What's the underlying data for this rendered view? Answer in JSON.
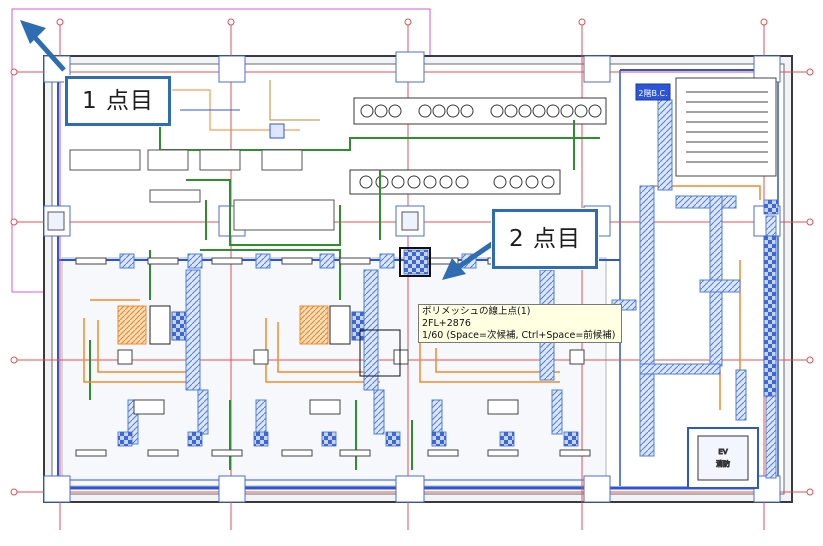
{
  "callouts": {
    "first_point": "1 点目",
    "second_point": "2 点目"
  },
  "tooltip": {
    "line1": "ポリメッシュの線上点(1)",
    "line2": "2FL+2876",
    "line3": "1/60 (Space=次候補, Ctrl+Space=前候補)"
  },
  "room_label": {
    "top": "2階B.C.",
    "equip1": "EV",
    "equip2": "消防"
  },
  "colors": {
    "accent": "#2f6db3",
    "gridline": "#e0505a",
    "duct_blue": "#4f7fe0",
    "duct_orange": "#f08a2a",
    "pipe_green": "#2f8f2f",
    "wall": "#3a3a3a",
    "tooltip_bg": "#ffffe1"
  },
  "icons": {
    "arrow_to_first_point": "arrow-upleft-icon",
    "arrow_to_second_point": "arrow-downleft-icon"
  }
}
